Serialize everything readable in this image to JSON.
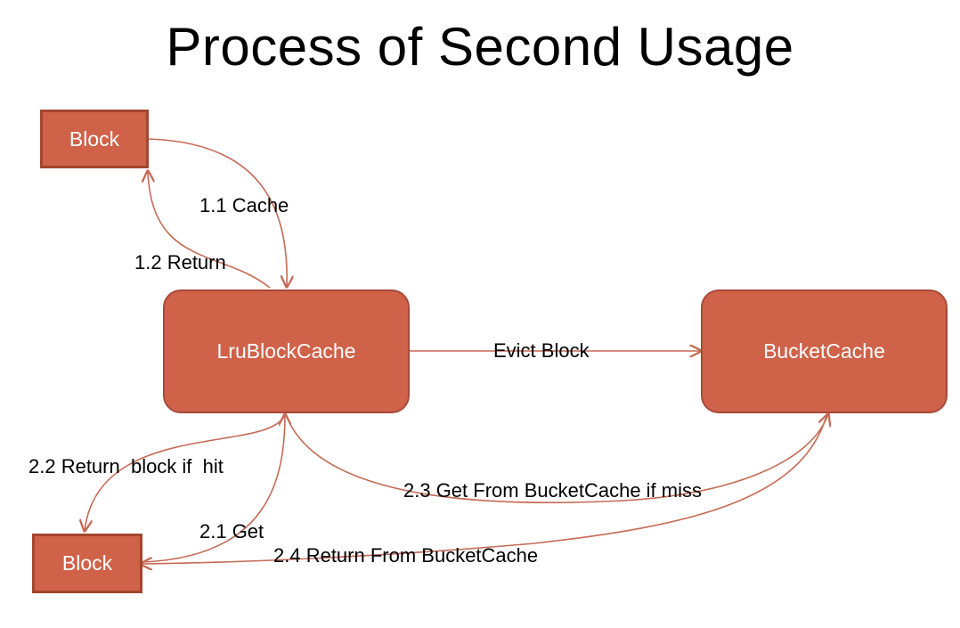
{
  "title": "Process of Second Usage",
  "colors": {
    "node_fill": "#cf6249",
    "node_border": "#a8493a",
    "arrow": "#c56a55"
  },
  "nodes": {
    "block_top": "Block",
    "lru": "LruBlockCache",
    "bucket": "BucketCache",
    "block_bottom": "Block"
  },
  "edges": {
    "cache": "1.1 Cache",
    "return": "1.2 Return",
    "evict": "Evict Block",
    "return_if_hit": "2.2 Return  block if  hit",
    "get": "2.1 Get",
    "get_from_bucket": "2.3 Get From BucketCache if miss",
    "return_from_bucket": "2.4 Return From BucketCache"
  }
}
